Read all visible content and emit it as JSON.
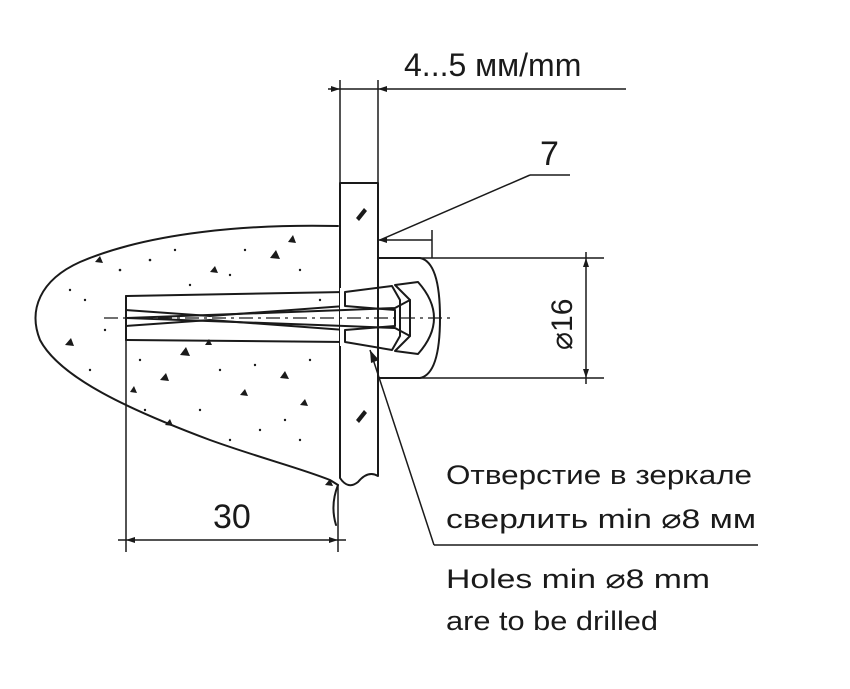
{
  "dimensions": {
    "glass_thickness": "4...5 мм/mm",
    "cap_ref": "7",
    "cap_diameter": "⌀16",
    "depth": "30"
  },
  "notes": {
    "ru_line1": "Отверстие в зеркале",
    "ru_line2": "сверлить min ⌀8 мм",
    "en_line1": "Holes min ⌀8 mm",
    "en_line2": "are to be drilled"
  }
}
